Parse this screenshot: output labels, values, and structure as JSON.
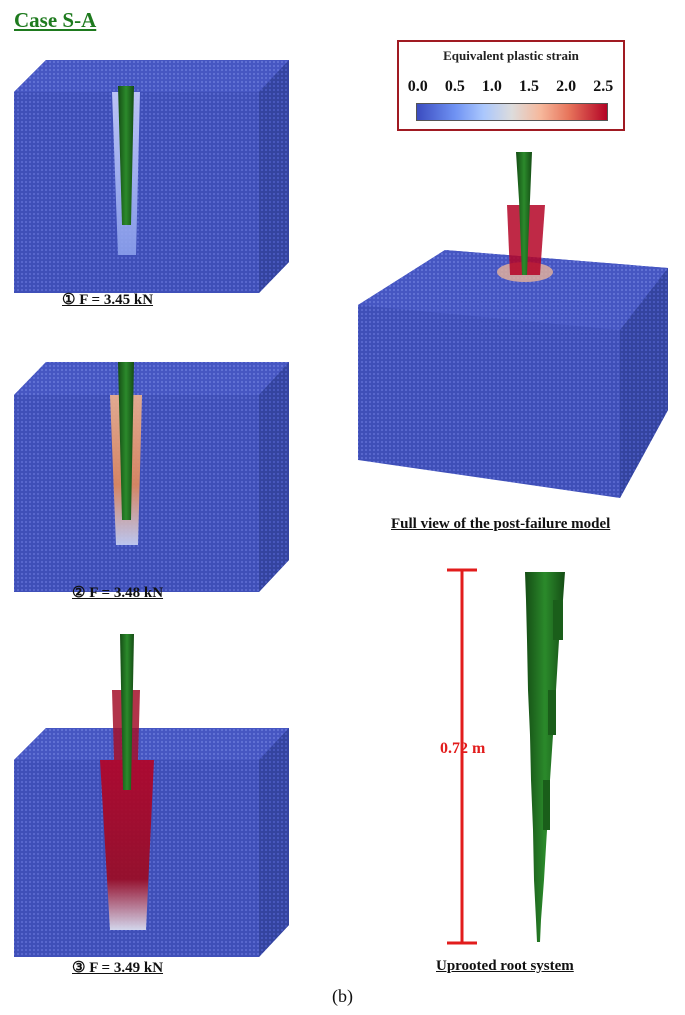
{
  "figure": {
    "title": "Case S-A",
    "sublabel": "(b)"
  },
  "panels": [
    {
      "caption": "① F = 3.45 kN"
    },
    {
      "caption": "② F = 3.48 kN"
    },
    {
      "caption": "③ F = 3.49 kN"
    }
  ],
  "full_view": {
    "caption": "Full view of the post-failure model"
  },
  "root": {
    "caption": "Uprooted root system",
    "length_label": "0.72 m"
  },
  "legend": {
    "title": "Equivalent plastic strain",
    "ticks": [
      "0.0",
      "0.5",
      "1.0",
      "1.5",
      "2.0",
      "2.5"
    ],
    "colors": {
      "low": "#3b4cc0",
      "mid": "#dddcdc",
      "high": "#b40426"
    }
  },
  "colors": {
    "soil": "#3f4fb8",
    "root": "#1f6b1f",
    "scale": "#e21c1c",
    "title": "#1e7a1e"
  }
}
